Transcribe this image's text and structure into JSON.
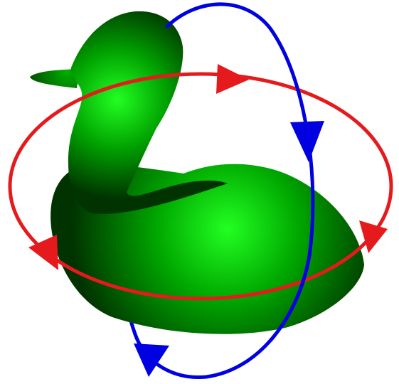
{
  "figure": {
    "subject": "duck-rotation-illustration",
    "colors": {
      "background": "#ffffff",
      "duck_highlight": "#22ff22",
      "duck_mid": "#009900",
      "duck_shadow": "#003300",
      "horizontal_loop": "#e41a1c",
      "vertical_loop": "#0000e0"
    },
    "loops": [
      {
        "name": "horizontal-rotation-loop",
        "direction": "clockwise",
        "arrowheads": 3
      },
      {
        "name": "vertical-rotation-loop",
        "direction": "clockwise",
        "arrowheads": 2
      }
    ]
  }
}
